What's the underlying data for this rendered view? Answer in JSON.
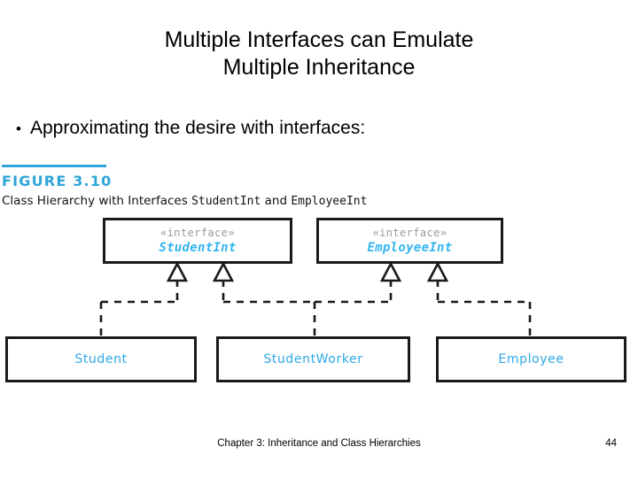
{
  "slide": {
    "title_line1": "Multiple Interfaces can Emulate",
    "title_line2": "Multiple Inheritance",
    "bullet_marker": "•",
    "bullet_text": "Approximating the desire with interfaces:"
  },
  "figure": {
    "label": "FIGURE 3.10",
    "caption_prefix": "Class Hierarchy with Interfaces ",
    "caption_mono1": "StudentInt",
    "caption_mid": " and ",
    "caption_mono2": "EmployeeInt",
    "rule_color": "#2da5d9",
    "label_color": "#2da5d9"
  },
  "diagram": {
    "type": "uml-class-diagram",
    "stereotype": "«interface»",
    "interface_color": "#35b6ef",
    "class_color": "#2ea8e6",
    "border_color": "#1a1a1a",
    "interfaces": [
      {
        "name": "StudentInt",
        "stereotype": "«interface»"
      },
      {
        "name": "EmployeeInt",
        "stereotype": "«interface»"
      }
    ],
    "classes": [
      {
        "name": "Student"
      },
      {
        "name": "StudentWorker"
      },
      {
        "name": "Employee"
      }
    ],
    "relations": [
      {
        "from": "Student",
        "to": "StudentInt",
        "kind": "realization"
      },
      {
        "from": "StudentWorker",
        "to": "StudentInt",
        "kind": "realization"
      },
      {
        "from": "StudentWorker",
        "to": "EmployeeInt",
        "kind": "realization"
      },
      {
        "from": "Employee",
        "to": "EmployeeInt",
        "kind": "realization"
      }
    ]
  },
  "footer": {
    "center": "Chapter 3: Inheritance and Class Hierarchies",
    "page": "44"
  }
}
